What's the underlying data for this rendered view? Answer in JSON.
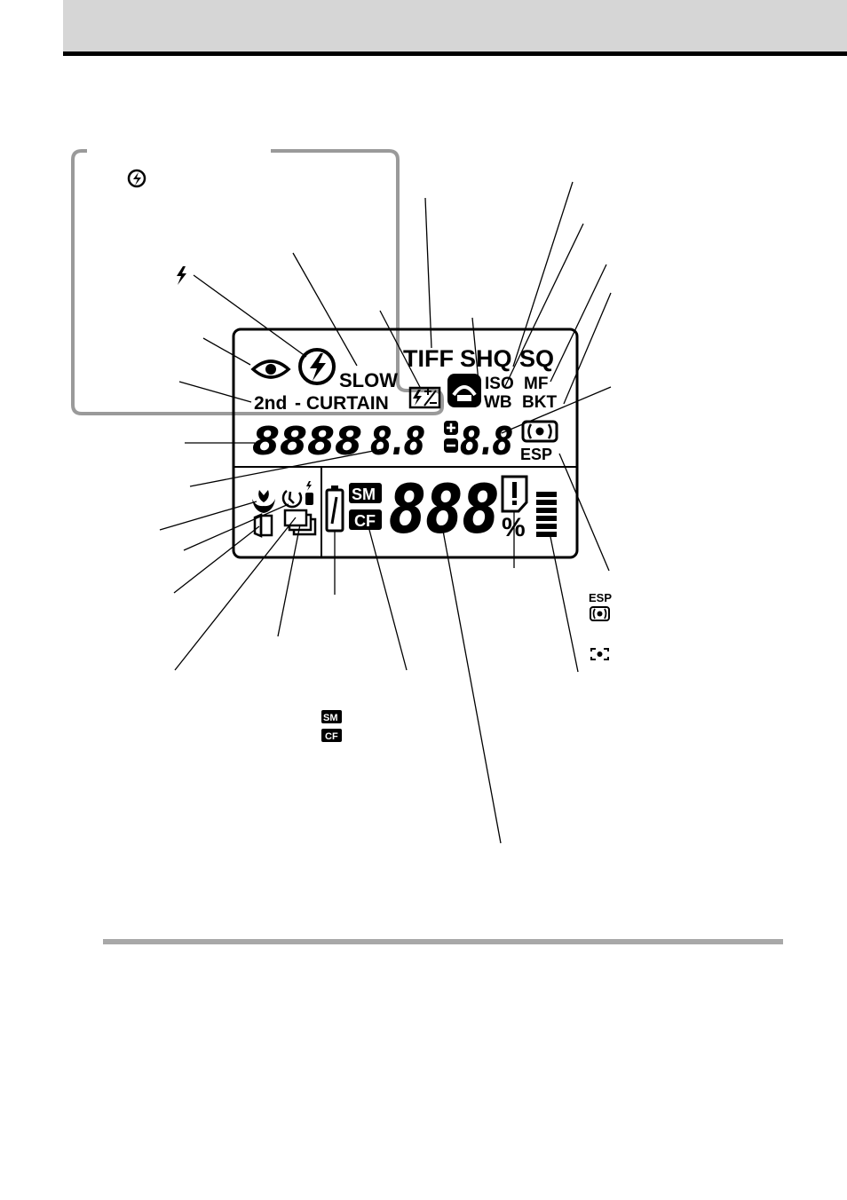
{
  "lcd": {
    "row1": {
      "tiff": "TIFF",
      "shq": "SHQ",
      "sq": "SQ",
      "slow": "SLOW",
      "iso": "ISO",
      "mf": "MF",
      "wb": "WB",
      "bkt": "BKT",
      "second": "2nd",
      "curtain": "- CURTAIN"
    },
    "row2": {
      "shutter_digits": "8888",
      "aperture_digits": "8.8",
      "exposure_digits": "8.8",
      "esp": "ESP"
    },
    "row3": {
      "sm": "SM",
      "cf": "CF",
      "frame_digits": "888",
      "percent": "%"
    }
  },
  "legend": {
    "esp_label": "ESP",
    "sm_label": "SM",
    "cf_label": "CF"
  }
}
